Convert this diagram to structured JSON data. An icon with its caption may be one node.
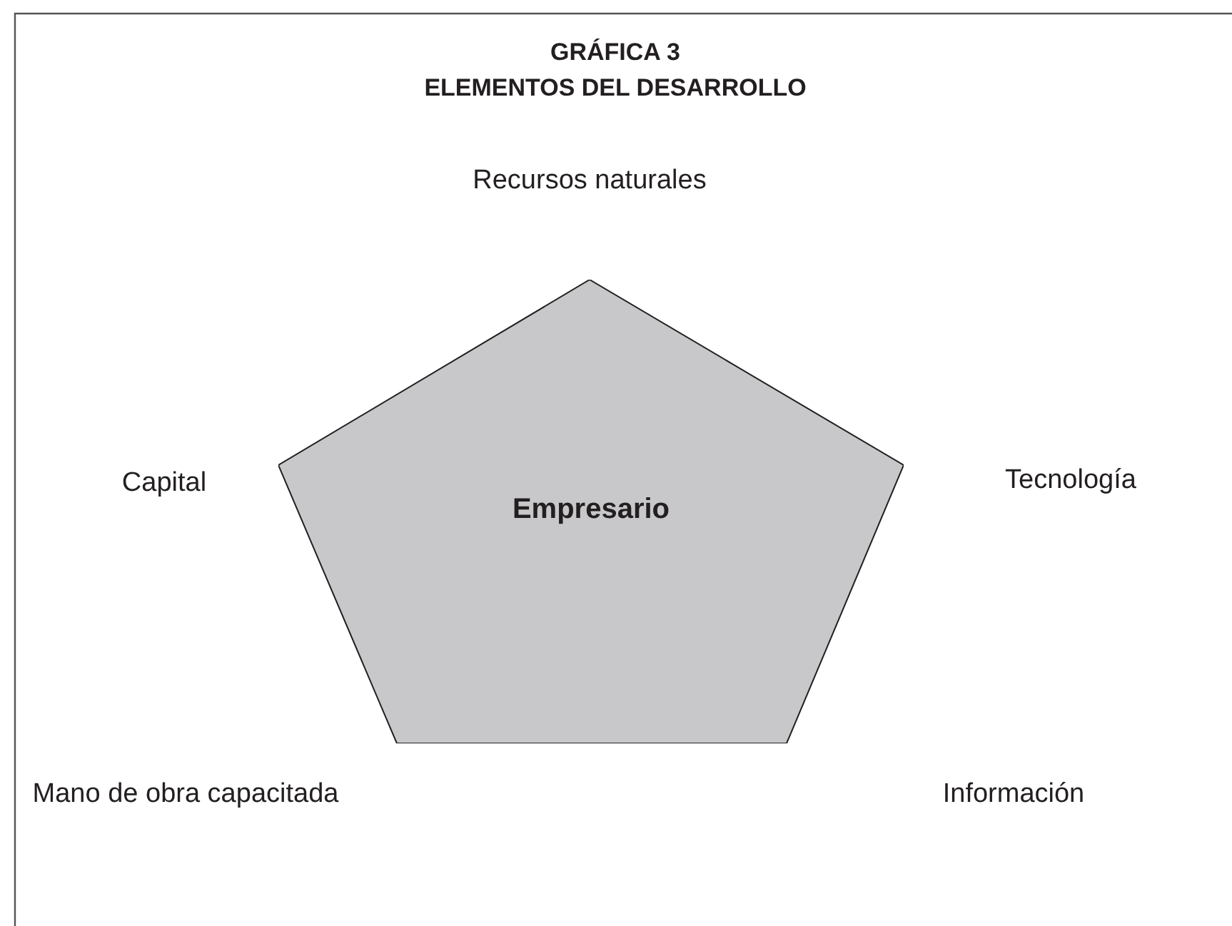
{
  "diagram": {
    "title": "GRÁFICA 3",
    "nodes": [
      {
        "text": [
          "Empresario"
        ]
      }
    ],
    "labels": [
      "ELEMENTOS DEL DESARROLLO",
      "Recursos naturales",
      "Capital",
      "Tecnología",
      "Mano de obra capacitada",
      "Información"
    ]
  }
}
